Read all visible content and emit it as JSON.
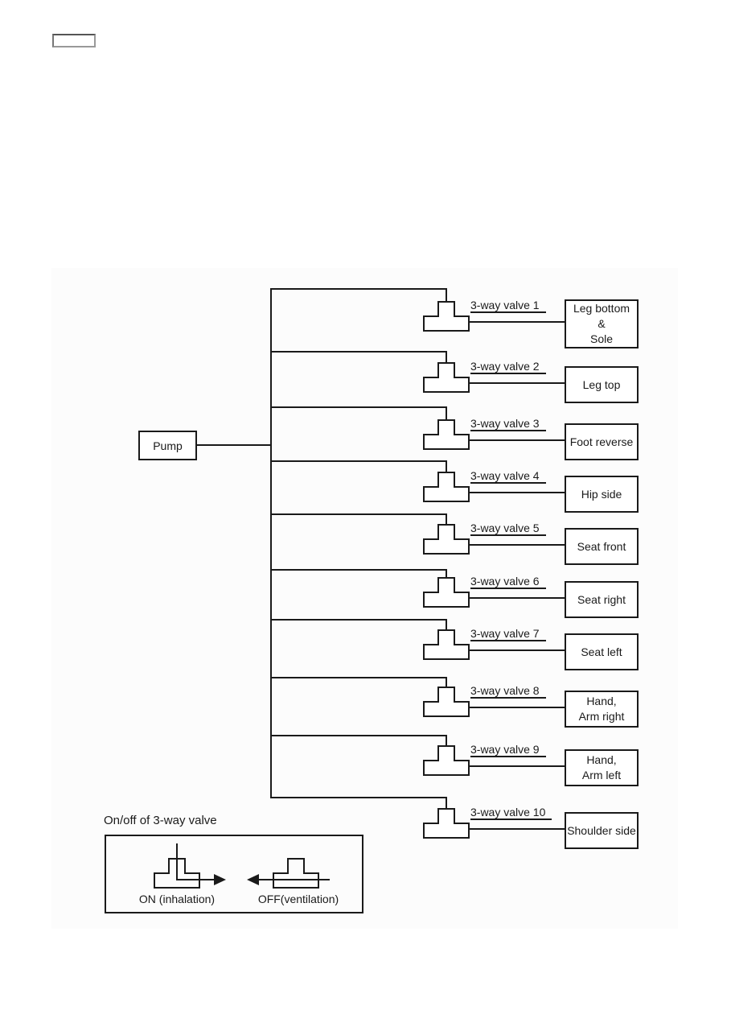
{
  "page": {
    "background": "#ffffff",
    "line_color": "#1a1a1a"
  },
  "pump": {
    "label": "Pump"
  },
  "rows": [
    {
      "valve_label": "3-way valve 1",
      "target": "Leg bottom\n&\nSole"
    },
    {
      "valve_label": "3-way valve 2",
      "target": "Leg top"
    },
    {
      "valve_label": "3-way valve 3",
      "target": "Foot reverse"
    },
    {
      "valve_label": "3-way valve 4",
      "target": "Hip side"
    },
    {
      "valve_label": "3-way valve 5",
      "target": "Seat front"
    },
    {
      "valve_label": "3-way valve 6",
      "target": "Seat right"
    },
    {
      "valve_label": "3-way valve 7",
      "target": "Seat left"
    },
    {
      "valve_label": "3-way valve 8",
      "target": "Hand,\nArm right"
    },
    {
      "valve_label": "3-way valve 9",
      "target": "Hand,\nArm left"
    },
    {
      "valve_label": "3-way valve 10",
      "target": "Shoulder side"
    }
  ],
  "legend": {
    "title": "On/off of 3-way valve",
    "on_label": "ON (inhalation)",
    "off_label": "OFF(ventilation)"
  }
}
